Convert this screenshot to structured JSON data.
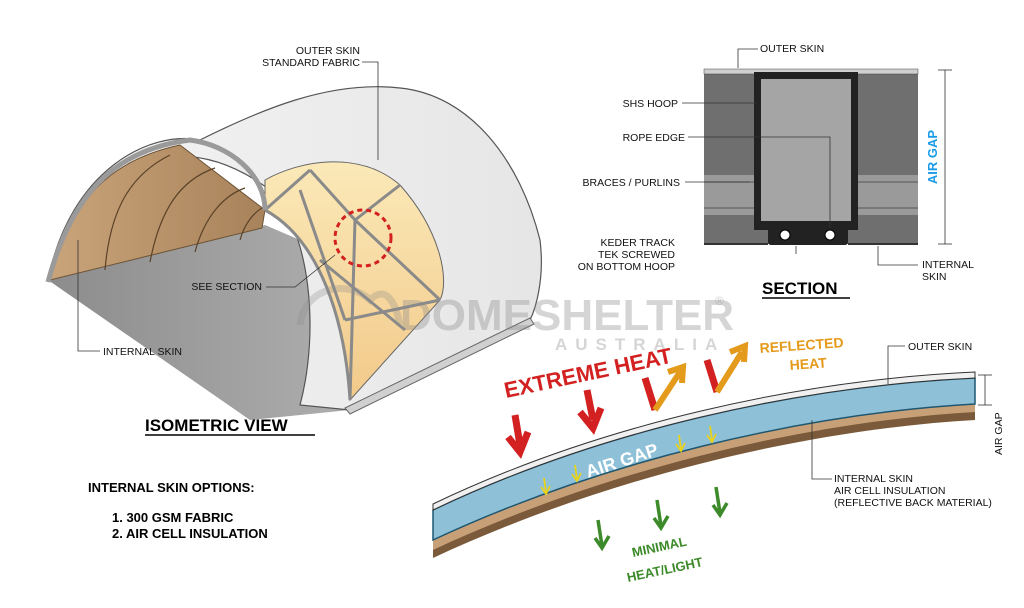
{
  "isometric": {
    "title": "ISOMETRIC VIEW",
    "outer_skin_line1": "OUTER SKIN",
    "outer_skin_line2": "STANDARD FABRIC",
    "see_section": "SEE SECTION",
    "internal_skin": "INTERNAL SKIN"
  },
  "internal_skin_options": {
    "heading": "INTERNAL SKIN OPTIONS:",
    "items": [
      "1. 300 GSM FABRIC",
      "2. AIR CELL INSULATION"
    ]
  },
  "section": {
    "title": "SECTION",
    "outer_skin": "OUTER SKIN",
    "shs_hoop": "SHS HOOP",
    "rope_edge": "ROPE EDGE",
    "braces": "BRACES / PURLINS",
    "keder_line1": "KEDER TRACK",
    "keder_line2": "TEK SCREWED",
    "keder_line3": "ON BOTTOM HOOP",
    "internal_skin_line1": "INTERNAL",
    "internal_skin_line2": "SKIN",
    "air_gap": "AIR GAP"
  },
  "heat": {
    "extreme_heat": "EXTREME HEAT",
    "reflected_line1": "REFLECTED",
    "reflected_line2": "HEAT",
    "air_gap": "AIR GAP",
    "minimal_line1": "MINIMAL",
    "minimal_line2": "HEAT/LIGHT",
    "outer_skin": "OUTER SKIN",
    "internal_line1": "INTERNAL SKIN",
    "internal_line2": "AIR CELL INSULATION",
    "internal_line3": "(REFLECTIVE BACK MATERIAL)",
    "air_gap_side": "AIR GAP"
  },
  "watermark": {
    "brand": "DOMESHELTER",
    "sub": "AUSTRALIA",
    "reg": "®"
  },
  "colors": {
    "red": "#d32020",
    "orange": "#e49a1a",
    "green": "#3d8a2a",
    "yellow": "#e8d21a",
    "air_gap_blue": "#8ec0d8",
    "label_blue": "#1a9be8",
    "brown": "#7a5a3a",
    "steel": "#6b6b6b"
  }
}
